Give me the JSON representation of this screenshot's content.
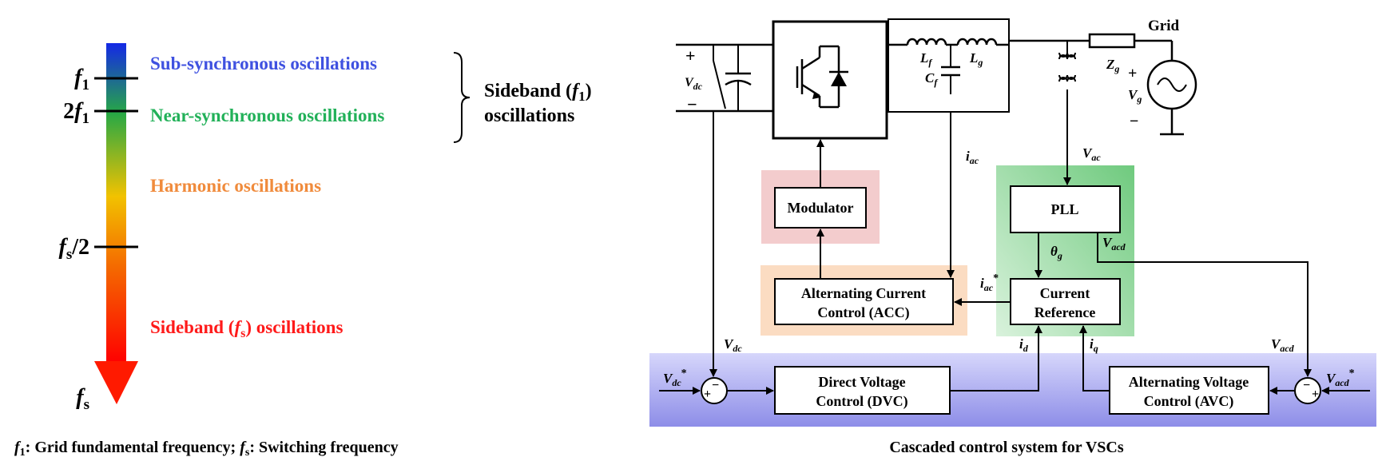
{
  "spectrum": {
    "ticks": {
      "f1": {
        "main": "f",
        "sub": "1"
      },
      "two_f1": {
        "prefix": "2",
        "main": "f",
        "sub": "1"
      },
      "fs_half": {
        "main": "f",
        "sub": "s",
        "suffix": "/2"
      },
      "fs": {
        "main": "f",
        "sub": "s"
      }
    },
    "bands": {
      "sub_sync": {
        "text": "Sub-synchronous oscillations",
        "color": "#3f51e0"
      },
      "near_sync": {
        "text": "Near-synchronous oscillations",
        "color": "#22b159"
      },
      "harmonic": {
        "text": "Harmonic oscillations",
        "color": "#f08b3c"
      },
      "sideband_fs": {
        "pre": "Sideband (",
        "var": "f",
        "sub": "s",
        "post": ") oscillations",
        "color": "#ff1a1a"
      }
    },
    "brace_label": {
      "line1_pre": "Sideband (",
      "line1_var": "f",
      "line1_sub": "1",
      "line1_post": ")",
      "line2": "oscillations"
    },
    "footnote": {
      "a_var": "f",
      "a_sub": "1",
      "a_text": ": Grid fundamental frequency; ",
      "b_var": "f",
      "b_sub": "s",
      "b_text": ": Switching frequency"
    },
    "gradient_colors": [
      "#1428e6",
      "#27a845",
      "#f2c200",
      "#f46a00",
      "#ff0000"
    ]
  },
  "diagram": {
    "caption": "Cascaded control system for VSCs",
    "grid_label": "Grid",
    "blocks": {
      "modulator": "Modulator",
      "acc_line1": "Alternating Current",
      "acc_line2": "Control (ACC)",
      "pll": "PLL",
      "cref_line1": "Current",
      "cref_line2": "Reference",
      "dvc_line1": "Direct Voltage",
      "dvc_line2": "Control (DVC)",
      "avc_line1": "Alternating Voltage",
      "avc_line2": "Control (AVC)"
    },
    "signals": {
      "vdc_in": {
        "main": "V",
        "sub": "dc"
      },
      "vdc_fb": {
        "main": "V",
        "sub": "dc"
      },
      "vdc_ref": {
        "main": "V",
        "sub": "dc",
        "sup": "*"
      },
      "iac": {
        "main": "i",
        "sub": "ac"
      },
      "iac_ref": {
        "main": "i",
        "sub": "ac",
        "sup": "*"
      },
      "vac": {
        "main": "V",
        "sub": "ac"
      },
      "theta": {
        "main": "θ",
        "sub": "g"
      },
      "vacd_pll": {
        "main": "V",
        "sub": "acd"
      },
      "vacd_fb": {
        "main": "V",
        "sub": "acd"
      },
      "vacd_ref": {
        "main": "V",
        "sub": "acd",
        "sup": "*"
      },
      "id": {
        "main": "i",
        "sub": "d"
      },
      "iq": {
        "main": "i",
        "sub": "q"
      },
      "lf": {
        "main": "L",
        "sub": "f"
      },
      "lg": {
        "main": "L",
        "sub": "g"
      },
      "cf": {
        "main": "C",
        "sub": "f"
      },
      "zg": {
        "main": "Z",
        "sub": "g"
      },
      "vg": {
        "main": "V",
        "sub": "g"
      }
    },
    "signs": {
      "plus": "+",
      "minus": "−"
    },
    "colors": {
      "modulator_bg": "#f3cccd",
      "acc_bg": "#fbdcc2",
      "pll_bg": "#8fd69a",
      "outer_loop_bg": "#a9a9ef"
    }
  }
}
